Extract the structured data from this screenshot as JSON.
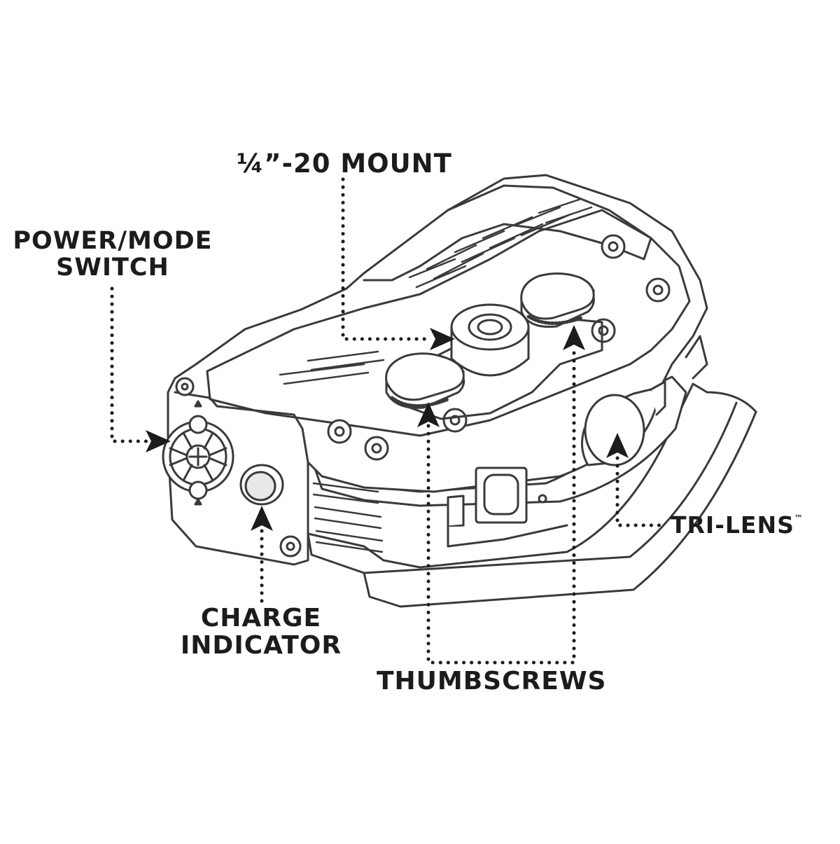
{
  "callouts": {
    "mount": "¼”-20 MOUNT",
    "power_line1": "POWER/MODE",
    "power_line2": "SWITCH",
    "charge_line1": "CHARGE",
    "charge_line2": "INDICATOR",
    "thumbscrews": "THUMBSCREWS",
    "trilens": "TRI-LENS",
    "trilens_mark": "™"
  },
  "colors": {
    "outline": "#3a3a3a",
    "leader": "#1c1c1c",
    "text": "#1c1c1c",
    "background": "#ffffff"
  },
  "icons": [
    "arrow-head-icon",
    "knurled-thumbscrew-icon",
    "mount-socket-icon",
    "mode-switch-dial-icon",
    "charge-led-icon",
    "tri-lens-icon"
  ]
}
